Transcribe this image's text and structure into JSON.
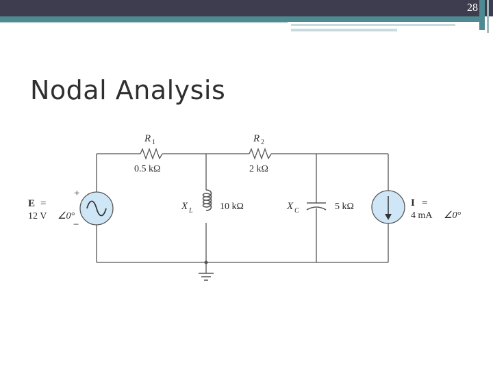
{
  "slide_number": "28",
  "title": "Nodal Analysis",
  "diagram": {
    "source_E": {
      "name": "E",
      "eq": "=",
      "value": "12 V",
      "angle": "∠0°",
      "plus": "+",
      "minus": "−"
    },
    "R1": {
      "symbol": "R",
      "subscript": "1",
      "value": "0.5 kΩ"
    },
    "R2": {
      "symbol": "R",
      "subscript": "2",
      "value": "2 kΩ"
    },
    "XL": {
      "symbol": "X",
      "subscript": "L",
      "value": "10 kΩ"
    },
    "XC": {
      "symbol": "X",
      "subscript": "C",
      "value": "5 kΩ"
    },
    "source_I": {
      "name": "I",
      "eq": "=",
      "value": "4 mA",
      "angle": "∠0°"
    }
  },
  "colors": {
    "header_bar": "#3d3d4f",
    "accent_teal": "#4e8a91",
    "source_fill": "#cfe6f7",
    "wire": "#555555"
  }
}
